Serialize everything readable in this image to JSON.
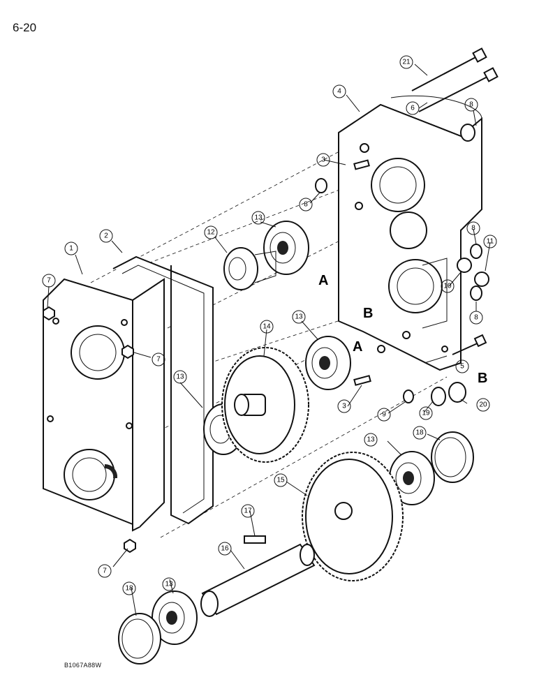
{
  "page": {
    "number": "6-20",
    "figure_code": "B1067A88W"
  },
  "callouts": [
    {
      "id": "callout-1",
      "label": "1"
    },
    {
      "id": "callout-2",
      "label": "2"
    },
    {
      "id": "callout-3a",
      "label": "3"
    },
    {
      "id": "callout-3b",
      "label": "3"
    },
    {
      "id": "callout-4",
      "label": "4"
    },
    {
      "id": "callout-5",
      "label": "5"
    },
    {
      "id": "callout-6",
      "label": "6"
    },
    {
      "id": "callout-7a",
      "label": "7"
    },
    {
      "id": "callout-7b",
      "label": "7"
    },
    {
      "id": "callout-7c",
      "label": "7"
    },
    {
      "id": "callout-8a",
      "label": "8"
    },
    {
      "id": "callout-8b",
      "label": "8"
    },
    {
      "id": "callout-8c",
      "label": "8"
    },
    {
      "id": "callout-8d",
      "label": "8"
    },
    {
      "id": "callout-9",
      "label": "9"
    },
    {
      "id": "callout-10",
      "label": "10"
    },
    {
      "id": "callout-11",
      "label": "11"
    },
    {
      "id": "callout-12",
      "label": "12"
    },
    {
      "id": "callout-13a",
      "label": "13"
    },
    {
      "id": "callout-13b",
      "label": "13"
    },
    {
      "id": "callout-13c",
      "label": "13"
    },
    {
      "id": "callout-13d",
      "label": "13"
    },
    {
      "id": "callout-13e",
      "label": "13"
    },
    {
      "id": "callout-14",
      "label": "14"
    },
    {
      "id": "callout-15",
      "label": "15"
    },
    {
      "id": "callout-16",
      "label": "16"
    },
    {
      "id": "callout-17",
      "label": "17"
    },
    {
      "id": "callout-18a",
      "label": "18"
    },
    {
      "id": "callout-18b",
      "label": "18"
    },
    {
      "id": "callout-19",
      "label": "19"
    },
    {
      "id": "callout-20",
      "label": "20"
    },
    {
      "id": "callout-21",
      "label": "21"
    }
  ],
  "reference_letters": [
    "A",
    "B",
    "A",
    "B"
  ]
}
